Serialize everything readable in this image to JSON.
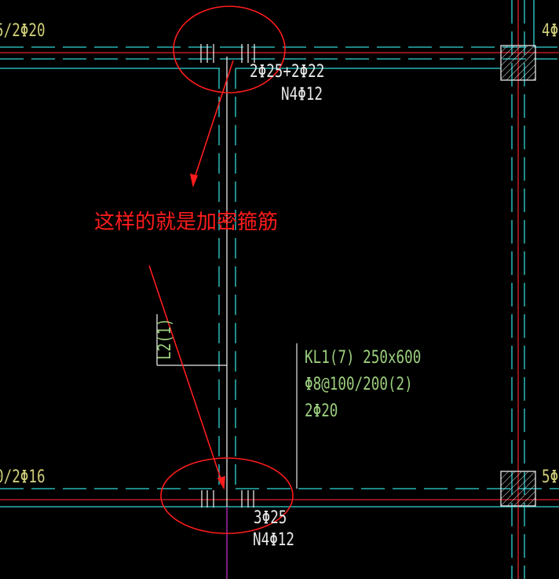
{
  "colors": {
    "background": "#000000",
    "cyan": "#32d6d6",
    "red": "#e0202a",
    "yellow_text": "#cfcf7a",
    "green_text": "#9ccf7e",
    "white": "#e8e8e8",
    "magenta": "#c030c0",
    "annotation_red": "#ff1c1c"
  },
  "labels": {
    "top_left_rebar": "5/2Φ20",
    "top_right_rebar": "4Φ",
    "top_beam_main": "2Φ25+2Φ22",
    "top_beam_side": "N4Φ12",
    "beam_l2": "L2(1)",
    "kl1_name": "KL1(7) 250x600",
    "kl1_stirrup": "Φ8@100/200(2)",
    "kl1_top": "2Φ20",
    "bottom_left_rebar": "0/2Φ16",
    "bottom_beam_main": "3Φ25",
    "bottom_beam_side": "N4Φ12",
    "bottom_right_rebar": "5Φ"
  },
  "annotation": {
    "text": "这样的就是加密箍筋"
  }
}
